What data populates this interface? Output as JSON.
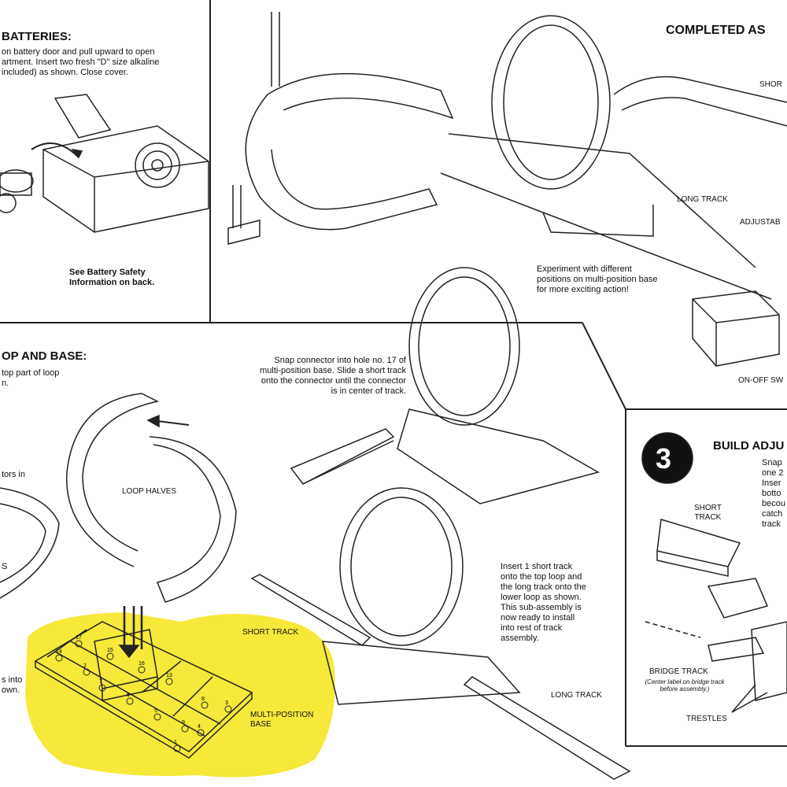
{
  "batteries": {
    "heading": "BATTERIES:",
    "body": "on battery door and pull upward to open\nartment. Insert two fresh \"D\" size alkaline\nincluded) as shown. Close cover.",
    "safety": "See Battery Safety\nInformation  on back."
  },
  "completed": {
    "heading": "COMPLETED AS",
    "label_short": "SHOR",
    "label_long": "LONG TRACK",
    "label_adjustable": "ADJUSTAB",
    "experiment": "Experiment with different\npositions on multi-position base\nfor more exciting action!",
    "label_onoff": "ON-OFF SW"
  },
  "loop_base": {
    "heading": "OP AND BASE:",
    "body": "top part of loop\nn.",
    "side_text_1": "tors in",
    "side_text_2": "s into\nown.",
    "side_text_3": "S",
    "label_loop_halves": "LOOP HALVES",
    "label_short_track": "SHORT TRACK",
    "label_multi_base": "MULTI-POSITION\nBASE"
  },
  "connector": {
    "body": "Snap connector into hole no. 17 of\nmulti-position base. Slide a short track\nonto the connector until the connector\nis in center of track."
  },
  "insert": {
    "body": "Insert 1 short track\nonto the top loop and\nthe long track onto the\nlower loop as shown.\nThis sub-assembly is\nnow ready to install\ninto rest of track\nassembly.",
    "label_long": "LONG TRACK"
  },
  "step3": {
    "number": "3",
    "heading": "BUILD ADJU",
    "body": "Snap\none 2\nInser\nbotto\nbecou\ncatch\ntrack",
    "label_short": "SHORT\nTRACK",
    "label_bridge": "BRIDGE TRACK",
    "bridge_caption": "(Center label on bridge track\nbefore assembly.)",
    "label_trestles": "TRESTLES"
  },
  "base_numbers": [
    "17",
    "15",
    "16",
    "13",
    "14",
    "2",
    "8",
    "9",
    "5",
    "6",
    "7",
    "3",
    "4",
    "1"
  ],
  "colors": {
    "highlight": "#f7e83a",
    "ink": "#111111",
    "panel_line": "#222222"
  }
}
